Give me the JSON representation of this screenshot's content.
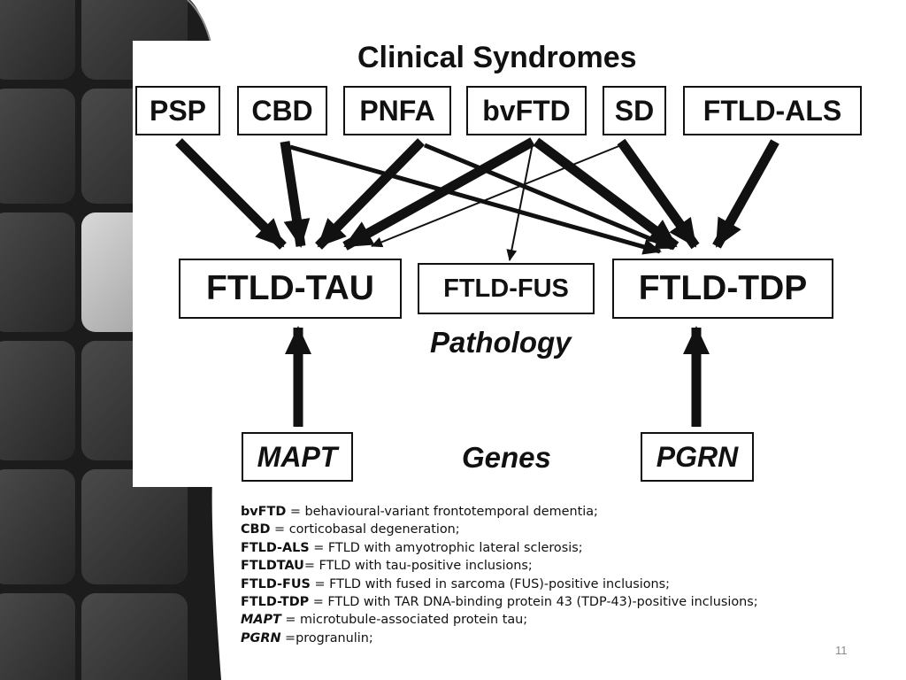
{
  "diagram": {
    "heading_syndromes": "Clinical Syndromes",
    "heading_pathology": "Pathology",
    "heading_genes": "Genes",
    "syndromes": [
      "PSP",
      "CBD",
      "PNFA",
      "bvFTD",
      "SD",
      "FTLD-ALS"
    ],
    "pathologies": [
      "FTLD-TAU",
      "FTLD-FUS",
      "FTLD-TDP"
    ],
    "genes": [
      "MAPT",
      "PGRN"
    ],
    "links": [
      {
        "from": "PSP",
        "to": "FTLD-TAU",
        "weight": "thick"
      },
      {
        "from": "CBD",
        "to": "FTLD-TAU",
        "weight": "thick"
      },
      {
        "from": "CBD",
        "to": "FTLD-TDP",
        "weight": "medium"
      },
      {
        "from": "PNFA",
        "to": "FTLD-TAU",
        "weight": "thick"
      },
      {
        "from": "PNFA",
        "to": "FTLD-TDP",
        "weight": "medium"
      },
      {
        "from": "bvFTD",
        "to": "FTLD-TAU",
        "weight": "thick"
      },
      {
        "from": "bvFTD",
        "to": "FTLD-FUS",
        "weight": "thin"
      },
      {
        "from": "bvFTD",
        "to": "FTLD-TDP",
        "weight": "thick"
      },
      {
        "from": "SD",
        "to": "FTLD-TAU",
        "weight": "thin"
      },
      {
        "from": "SD",
        "to": "FTLD-TDP",
        "weight": "thick"
      },
      {
        "from": "FTLD-ALS",
        "to": "FTLD-TDP",
        "weight": "thick"
      },
      {
        "from": "MAPT",
        "to": "FTLD-TAU",
        "weight": "thick"
      },
      {
        "from": "PGRN",
        "to": "FTLD-TDP",
        "weight": "thick"
      }
    ]
  },
  "legend": [
    {
      "term": "bvFTD",
      "italic": false,
      "text": " = behavioural-variant frontotemporal dementia;"
    },
    {
      "term": "CBD",
      "italic": false,
      "text": " = corticobasal degeneration;"
    },
    {
      "term": "FTLD-ALS",
      "italic": false,
      "text": " = FTLD with amyotrophic lateral sclerosis;"
    },
    {
      "term": "FTLDTAU",
      "italic": false,
      "text": "= FTLD with tau-positive inclusions;"
    },
    {
      "term": "FTLD-FUS",
      "italic": false,
      "text": " = FTLD with fused in sarcoma (FUS)-positive inclusions;"
    },
    {
      "term": "FTLD-TDP",
      "italic": false,
      "text": " = FTLD with TAR DNA-binding protein 43 (TDP-43)-positive inclusions;"
    },
    {
      "term": "MAPT",
      "italic": true,
      "text": " = microtubule-associated protein tau;"
    },
    {
      "term": "PGRN",
      "italic": true,
      "text": " =progranulin;"
    }
  ],
  "page_number": "11",
  "colors": {
    "ink": "#111111",
    "page_number": "#8a8a8a",
    "decor_dark": "#2b2b2b",
    "decor_tile": "#3a3a3a"
  }
}
